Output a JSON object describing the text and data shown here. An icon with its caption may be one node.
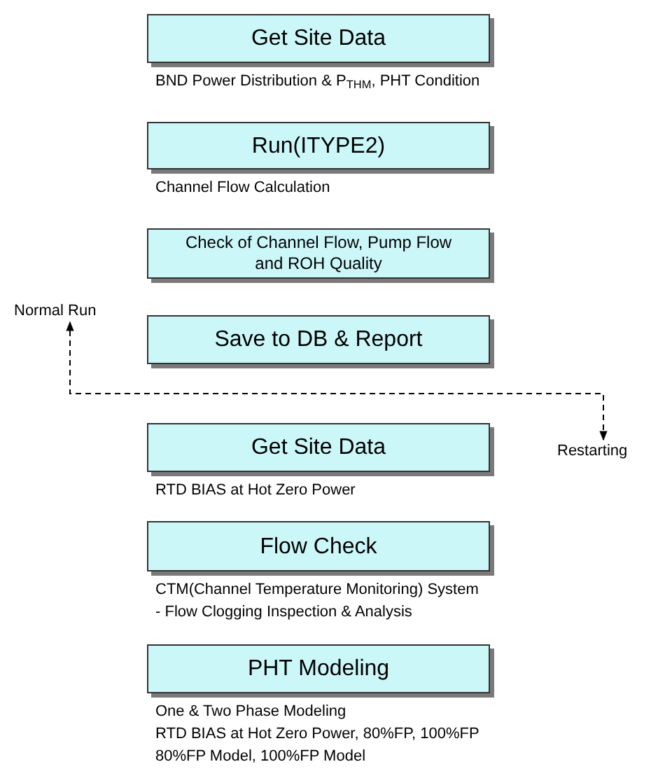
{
  "diagram": {
    "nodes": [
      {
        "text": [
          "Get Site Data"
        ],
        "beside": [
          "BND Power Distribution & P$_{THM}$, PHT Condition"
        ]
      },
      {
        "text": [
          "Run(ITYPE2)"
        ],
        "beside": [
          "Channel Flow Calculation"
        ]
      },
      {
        "text": [
          "Check of Channel Flow, Pump Flow and ROH Quality"
        ]
      },
      {
        "text": [
          "Save to DB & Report"
        ]
      },
      {
        "text": [
          "Get Site Data"
        ],
        "beside": [
          "RTD BIAS at Hot Zero Power"
        ]
      },
      {
        "text": [
          "Flow Check"
        ],
        "beside": [
          "CTM(Channel Temperature Monitoring) System",
          "- Flow Clogging Inspection & Analysis"
        ]
      },
      {
        "text": [
          "PHT Modeling"
        ],
        "beside": [
          "One & Two Phase Modeling",
          "RTD BIAS at Hot Zero Power, 80%FP, 100%FP",
          "80%FP Model, 100%FP Model"
        ]
      },
      {
        "text": [
          "Normal Run"
        ]
      },
      {
        "text": [
          "Restarting"
        ]
      }
    ],
    "edges": [
      {
        "from": 8,
        "to": 7,
        "arrow": "both",
        "style": "dashed"
      }
    ]
  }
}
